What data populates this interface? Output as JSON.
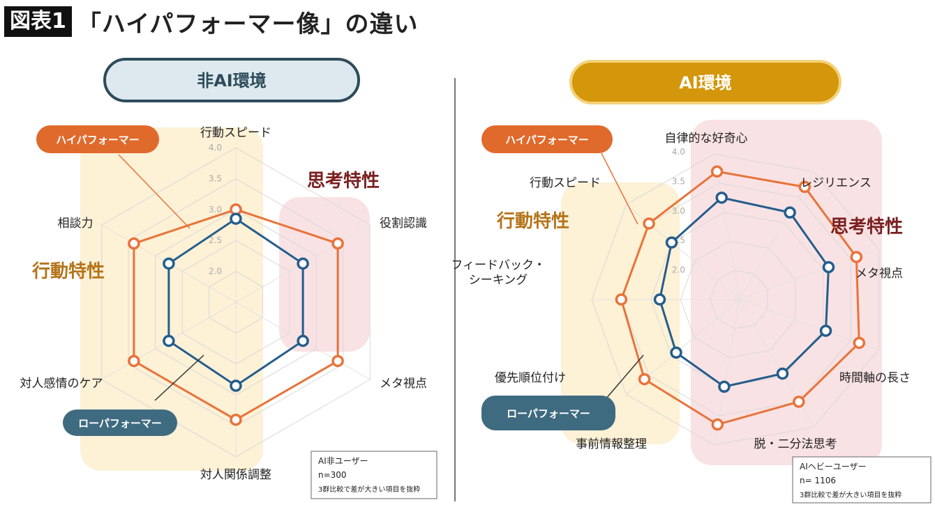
{
  "header": {
    "badge": "図表1",
    "title": "「ハイパフォーマー像」の違い"
  },
  "colors": {
    "high": "#e8733a",
    "low": "#245d8c",
    "behavior_bg": "#fdf1d6",
    "thinking_bg": "#f9e2e4",
    "left_header_bg": "#dde9ef",
    "left_header_border": "#2e4b5a",
    "right_header_bg": "#d4960a",
    "right_header_border": "#f3d27a",
    "high_tag": "#e06a2c",
    "low_tag": "#3f6b80",
    "behavior_text": "#b5741a",
    "thinking_text": "#7a1f1f"
  },
  "chart_data": [
    {
      "type": "radar",
      "header": "非AI環境",
      "axes": [
        "行動スピード",
        "役割認識",
        "メタ視点",
        "対人関係調整",
        "対人感情のケア",
        "相談力"
      ],
      "rlim": [
        1.5,
        4.0
      ],
      "ticks": [
        "2.0",
        "2.5",
        "3.0",
        "3.5",
        "4.0"
      ],
      "series": [
        {
          "name": "ハイパフォーマー",
          "values": [
            3.0,
            3.4,
            3.4,
            3.4,
            3.4,
            3.4
          ]
        },
        {
          "name": "ローパフォーマー",
          "values": [
            2.85,
            2.75,
            2.75,
            2.85,
            2.75,
            2.75
          ]
        }
      ],
      "group_labels": {
        "behavior": "行動特性",
        "thinking": "思考特性"
      },
      "tags": {
        "high": "ハイパフォーマー",
        "low": "ローパフォーマー"
      },
      "note": [
        "AI非ユーザー",
        "n=300",
        "3群比較で差が大きい項目を抜粋"
      ]
    },
    {
      "type": "radar",
      "header": "AI環境",
      "axes": [
        "自律的な好奇心",
        "レジリエンス",
        "メタ視点",
        "時間軸の長さ",
        "脱・二分法思考",
        "事前情報整理",
        "優先順位付け",
        "フィードバック・\nシーキング",
        "行動スピード"
      ],
      "rlim": [
        1.5,
        4.0
      ],
      "ticks": [
        "2.0",
        "2.5",
        "3.0",
        "3.5",
        "4.0"
      ],
      "series": [
        {
          "name": "ハイパフォーマー",
          "values": [
            3.7,
            3.7,
            3.6,
            3.65,
            3.5,
            3.65,
            3.6,
            3.5,
            3.5
          ]
        },
        {
          "name": "ローパフォーマー",
          "values": [
            3.25,
            3.2,
            3.1,
            3.05,
            2.95,
            3.0,
            2.9,
            2.85,
            3.0
          ]
        }
      ],
      "group_labels": {
        "behavior": "行動特性",
        "thinking": "思考特性"
      },
      "tags": {
        "high": "ハイパフォーマー",
        "low": "ローパフォーマー"
      },
      "note": [
        "AIヘビーユーザー",
        "n= 1106",
        "3群比較で差が大きい項目を抜粋"
      ]
    }
  ]
}
